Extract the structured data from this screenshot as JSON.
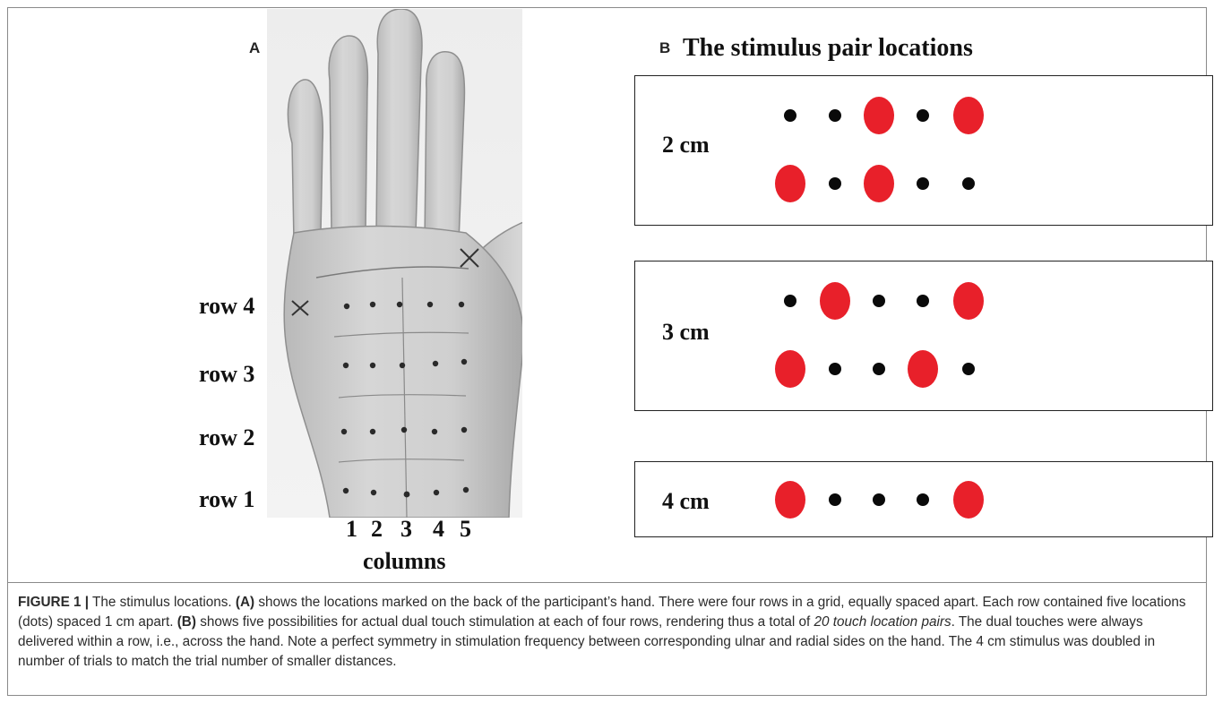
{
  "panel_a": {
    "letter": "A",
    "rows": [
      "row 4",
      "row 3",
      "row 2",
      "row 1"
    ],
    "columns": [
      "1",
      "2",
      "3",
      "4",
      "5"
    ],
    "columns_label": "columns"
  },
  "panel_b": {
    "letter": "B",
    "title": "The stimulus pair locations",
    "boxes": [
      {
        "label": "2 cm",
        "lines": [
          [
            0,
            0,
            1,
            0,
            1
          ],
          [
            1,
            0,
            1,
            0,
            0
          ]
        ]
      },
      {
        "label": "3 cm",
        "lines": [
          [
            0,
            1,
            0,
            0,
            1
          ],
          [
            1,
            0,
            0,
            1,
            0
          ]
        ]
      },
      {
        "label": "4 cm",
        "lines": [
          [
            1,
            0,
            0,
            0,
            1
          ]
        ]
      }
    ],
    "colors": {
      "stimulus": "#e8202a",
      "location": "#0a0a0a"
    }
  },
  "caption": {
    "label": "FIGURE 1 |",
    "t1": " The stimulus locations. ",
    "a": "(A)",
    "t2": " shows the locations marked on the back of the participant’s hand. There were four rows in a grid, equally spaced apart. Each row contained five locations (dots) spaced 1 cm apart. ",
    "b": "(B)",
    "t3": " shows five possibilities for actual dual touch stimulation at each of four rows, rendering thus a total of ",
    "em": "20 touch location pairs",
    "t4": ". The dual touches were always delivered within a row, i.e., across the hand. Note a perfect symmetry in stimulation frequency between corresponding ulnar and radial sides on the hand. The 4 cm stimulus was doubled in number of trials to match the trial number of smaller distances."
  }
}
